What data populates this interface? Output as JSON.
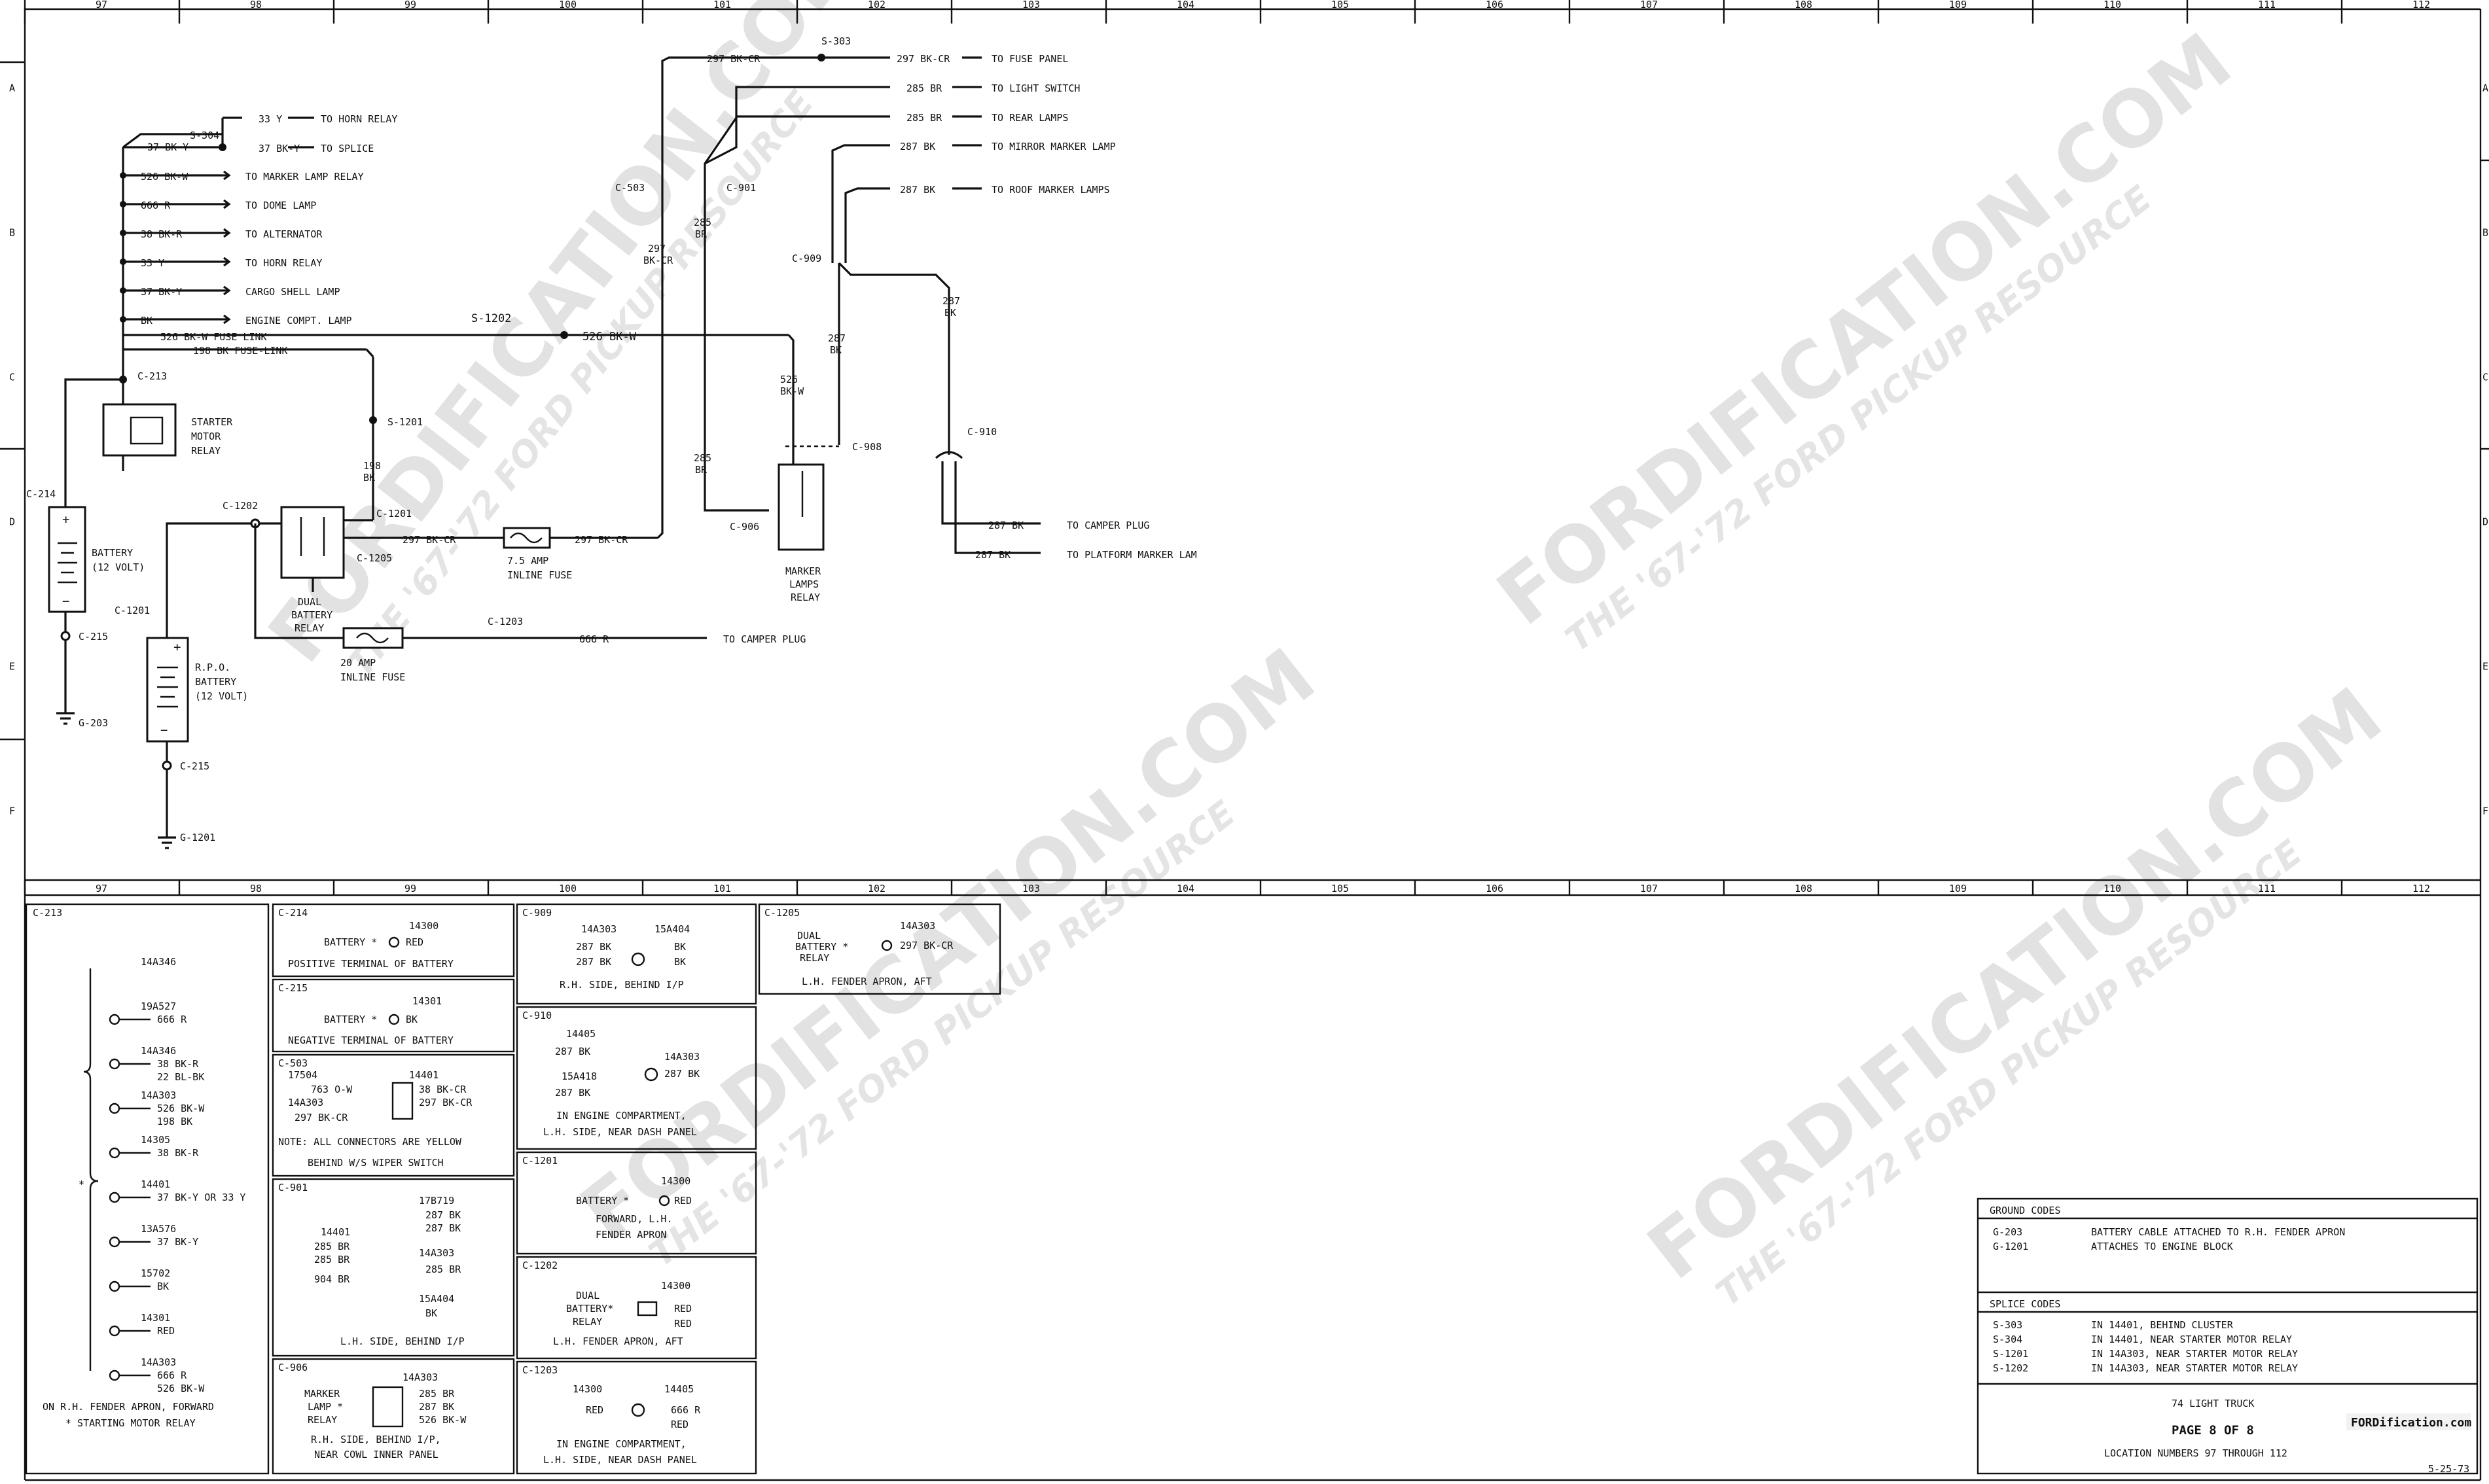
{
  "grid": {
    "columns": [
      "97",
      "98",
      "99",
      "100",
      "101",
      "102",
      "103",
      "104",
      "105",
      "106",
      "107",
      "108",
      "109",
      "110",
      "111",
      "112"
    ],
    "rows": [
      "A",
      "B",
      "C",
      "D",
      "E",
      "F"
    ]
  },
  "watermark": {
    "brand": "FORDIFICATION.COM",
    "tagline": "THE '67-'72 FORD PICKUP RESOURCE",
    "logo_text": "FORDification.com"
  },
  "schematic": {
    "splices": {
      "s303": "S-303",
      "s304": "S-304",
      "s1202": "S-1202",
      "s1201": "S-1201"
    },
    "connectors": {
      "c503": "C-503",
      "c901": "C-901",
      "c909": "C-909",
      "c213": "C-213",
      "c214": "C-214",
      "c1202": "C-1202",
      "c1201a": "C-1201",
      "c1205": "C-1205",
      "c1201b": "C-1201",
      "c215a": "C-215",
      "c203": "G-203",
      "c1203": "C-1203",
      "c215b": "C-215",
      "g1201": "G-1201",
      "c906": "C-906",
      "c908": "C-908",
      "c910": "C-910"
    },
    "branches": [
      {
        "wire": "33 Y",
        "dest": "TO HORN RELAY"
      },
      {
        "wire": "37 BK-Y",
        "dest": "TO SPLICE"
      },
      {
        "wire": "526 BK-W",
        "dest": "TO MARKER LAMP RELAY"
      },
      {
        "wire": "666 R",
        "dest": "TO DOME LAMP"
      },
      {
        "wire": "38 BK-R",
        "dest": "TO ALTERNATOR"
      },
      {
        "wire": "33 Y",
        "dest": "TO HORN RELAY"
      },
      {
        "wire": "37 BK-Y",
        "dest": "CARGO SHELL LAMP"
      },
      {
        "wire": "BK",
        "dest": "ENGINE COMPT. LAMP"
      }
    ],
    "left_wires": {
      "w37": "37 BK-Y",
      "fuse_link_1": "526 BK-W FUSE LINK",
      "fuse_link_2": "198 BK FUSE-LINK"
    },
    "top_wires": [
      {
        "wire": "297 BK-CR",
        "dest": "TO FUSE PANEL"
      },
      {
        "wire": "285 BR",
        "dest": "TO LIGHT SWITCH"
      },
      {
        "wire": "285 BR",
        "dest": "TO REAR LAMPS"
      },
      {
        "wire": "287 BK",
        "dest": "TO MIRROR MARKER LAMP"
      },
      {
        "wire": "287 BK",
        "dest": "TO ROOF MARKER LAMPS"
      }
    ],
    "vertical_labels": {
      "v297a": "297",
      "v297b": "BK-CR",
      "v285a": "285",
      "v285b": "BR",
      "v287a": "287",
      "v287b": "BK",
      "v287c": "287",
      "v287d": "BK",
      "v526a": "526",
      "v526b": "BK-W",
      "v285c": "285",
      "v285d": "BR",
      "v198a": "198",
      "v198b": "BK"
    },
    "wires": {
      "w526": "526 BK-W",
      "w297": "297 BK-CR",
      "w297b": "297 BK-CR",
      "w666": "666 R",
      "w287a": "287 BK",
      "w287b": "287 BK"
    },
    "dests": {
      "camper_plug": "TO CAMPER PLUG",
      "camper_plug_2": "TO CAMPER PLUG",
      "platform": "TO PLATFORM MARKER LAM"
    },
    "components": {
      "starter_relay": [
        "STARTER",
        "MOTOR",
        "RELAY"
      ],
      "battery": [
        "BATTERY",
        "(12 VOLT)"
      ],
      "rpo_battery": [
        "R.P.O.",
        "BATTERY",
        "(12 VOLT)"
      ],
      "dual_relay": [
        "DUAL",
        "BATTERY",
        "RELAY"
      ],
      "fuse_75": [
        "7.5 AMP",
        "INLINE FUSE"
      ],
      "fuse_20": [
        "20 AMP",
        "INLINE FUSE"
      ],
      "marker_relay": [
        "MARKER",
        "LAMPS",
        "RELAY"
      ]
    }
  },
  "connector_views": {
    "c213": {
      "title": "C-213",
      "rows": [
        {
          "part": "14A346",
          "wire": ""
        },
        {
          "part": "19A527",
          "wire": "666 R"
        },
        {
          "part": "14A346",
          "wire": "38 BK-R / 22 BL-BK"
        },
        {
          "part": "14A303",
          "wire": "526 BK-W / 198 BK"
        },
        {
          "part": "14305",
          "wire": "38 BK-R"
        },
        {
          "part": "14401",
          "wire": "37 BK-Y OR 33 Y"
        },
        {
          "part": "13A576",
          "wire": "37 BK-Y"
        },
        {
          "part": "15702",
          "wire": "BK"
        },
        {
          "part": "14301",
          "wire": "RED"
        },
        {
          "part": "14A303",
          "wire": "666 R / 526 BK-W"
        }
      ],
      "caption1": "ON R.H. FENDER APRON, FORWARD",
      "caption2": "* STARTING MOTOR RELAY"
    },
    "c214": {
      "title": "C-214",
      "part": "14300",
      "lead": "BATTERY *",
      "wire": "RED",
      "caption": "POSITIVE TERMINAL OF BATTERY"
    },
    "c215": {
      "title": "C-215",
      "part": "14301",
      "lead": "BATTERY *",
      "wire": "BK",
      "caption": "NEGATIVE TERMINAL OF BATTERY"
    },
    "c503": {
      "title": "C-503",
      "part_a": "17504",
      "part_b": "14A303",
      "part_c": "14401",
      "wires": [
        "763 O-W",
        "297 BK-CR",
        "38 BK-CR",
        "297 BK-CR"
      ],
      "caption1": "NOTE: ALL CONNECTORS ARE YELLOW",
      "caption2": "BEHIND W/S WIPER SWITCH"
    },
    "c901": {
      "title": "C-901",
      "part_a": "17B719",
      "part_b": "14401",
      "part_c": "14A303",
      "part_d": "15A404",
      "wires_l": [
        "285 BR",
        "285 BR",
        "904 BR"
      ],
      "wires_r": [
        "287 BK",
        "287 BK",
        "285 BR",
        "BK"
      ],
      "caption": "L.H. SIDE, BEHIND I/P"
    },
    "c906": {
      "title": "C-906",
      "part": "14A303",
      "lead": [
        "MARKER",
        "LAMP *",
        "RELAY"
      ],
      "wires": [
        "285 BR",
        "287 BK",
        "526 BK-W"
      ],
      "caption1": "R.H. SIDE, BEHIND I/P,",
      "caption2": "NEAR COWL INNER PANEL"
    },
    "c909": {
      "title": "C-909",
      "part_a": "14A303",
      "part_b": "15A404",
      "wires_l": [
        "287 BK",
        "287 BK"
      ],
      "wires_r": [
        "BK",
        "BK"
      ],
      "caption": "R.H. SIDE, BEHIND I/P"
    },
    "c910": {
      "title": "C-910",
      "part_a": "14405",
      "part_b": "14A303",
      "part_c": "15A418",
      "wires_l": [
        "287 BK",
        "287 BK"
      ],
      "wire_r": "287 BK",
      "caption1": "IN ENGINE COMPARTMENT,",
      "caption2": "L.H. SIDE, NEAR DASH PANEL"
    },
    "c1201": {
      "title": "C-1201",
      "part": "14300",
      "lead": "BATTERY *",
      "wire": "RED",
      "caption1": "FORWARD, L.H.",
      "caption2": "FENDER APRON"
    },
    "c1202": {
      "title": "C-1202",
      "part": "14300",
      "lead": [
        "DUAL",
        "BATTERY*",
        "RELAY"
      ],
      "wires": [
        "RED",
        "RED"
      ],
      "caption": "L.H. FENDER APRON, AFT"
    },
    "c1203": {
      "title": "C-1203",
      "part_a": "14300",
      "part_b": "14405",
      "wire_l": "RED",
      "wires_r": [
        "666 R",
        "RED"
      ],
      "caption1": "IN ENGINE COMPARTMENT,",
      "caption2": "L.H. SIDE, NEAR DASH PANEL"
    },
    "c1205": {
      "title": "C-1205",
      "part": "14A303",
      "lead": [
        "DUAL",
        "BATTERY *",
        "RELAY"
      ],
      "wire": "297 BK-CR",
      "caption": "L.H. FENDER APRON, AFT"
    }
  },
  "codes": {
    "ground_title": "GROUND CODES",
    "ground": [
      {
        "code": "G-203",
        "desc": "BATTERY CABLE ATTACHED TO R.H. FENDER APRON"
      },
      {
        "code": "G-1201",
        "desc": "ATTACHES TO ENGINE BLOCK"
      }
    ],
    "splice_title": "SPLICE CODES",
    "splice": [
      {
        "code": "S-303",
        "desc": "IN 14401, BEHIND CLUSTER"
      },
      {
        "code": "S-304",
        "desc": "IN 14401, NEAR STARTER MOTOR RELAY"
      },
      {
        "code": "S-1201",
        "desc": "IN 14A303, NEAR STARTER MOTOR RELAY"
      },
      {
        "code": "S-1202",
        "desc": "IN 14A303, NEAR STARTER MOTOR RELAY"
      }
    ]
  },
  "titleblock": {
    "vehicle": "74 LIGHT TRUCK",
    "page": "PAGE 8 OF 8",
    "locations": "LOCATION NUMBERS 97 THROUGH 112",
    "date": "5-25-73"
  }
}
